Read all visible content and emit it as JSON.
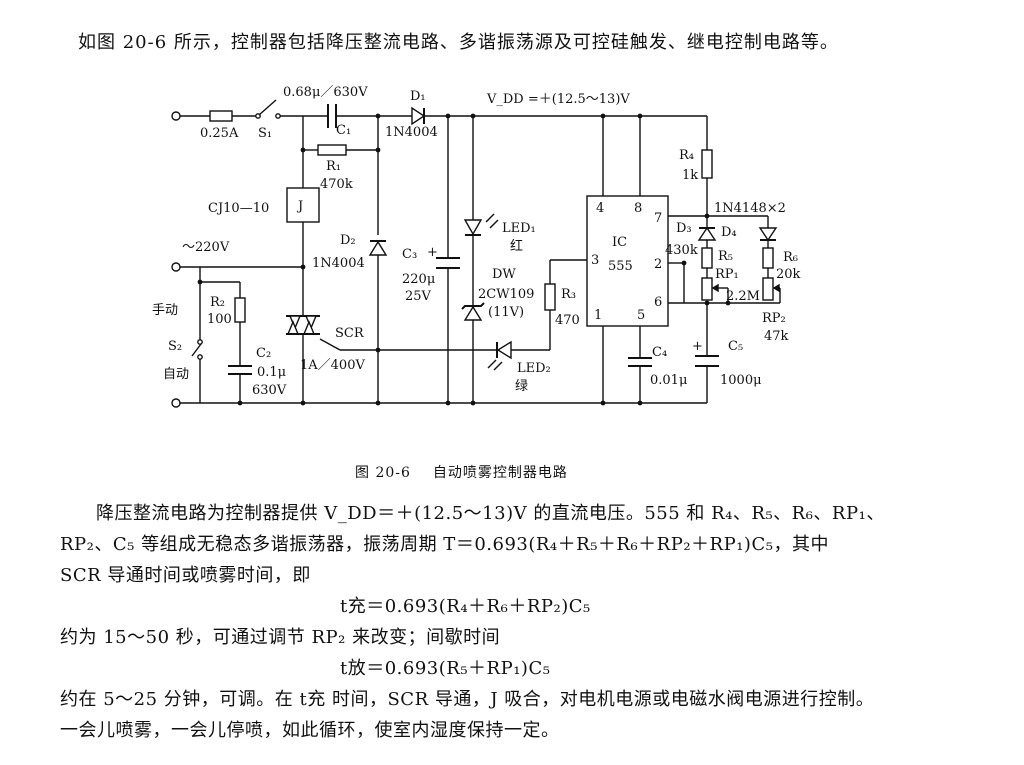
{
  "intro_text": "如图 20-6 所示，控制器包括降压整流电路、多谐振荡源及可控硅触发、继电控制电路等。",
  "circuit": {
    "fuse": "0.25A",
    "s1": "S₁",
    "c1_rating": "0.68μ／630V",
    "c1": "C₁",
    "d1": "D₁",
    "d1_part": "1N4004",
    "vdd": "V_DD =＋(12.5～13)V",
    "r1": "R₁",
    "r1_value": "470k",
    "relay": "CJ10—10",
    "relay_j": "J",
    "ac": "～220V",
    "d2": "D₂",
    "d2_part": "1N4004",
    "c3": "C₃",
    "c3_value": "220μ",
    "c3_volt": "25V",
    "led1": "LED₁",
    "led1_color": "红",
    "dw": "DW",
    "dw_part": "2CW109",
    "dw_volt": "(11V)",
    "r3": "R₃",
    "r3_value": "470",
    "manual": "手动",
    "auto": "自动",
    "s2": "S₂",
    "r2": "R₂",
    "r2_value": "100",
    "c2": "C₂",
    "c2_value": "0.1μ",
    "c2_volt": "630V",
    "scr": "SCR",
    "scr_rating": "1A／400V",
    "led2": "LED₂",
    "led2_color": "绿",
    "ic": "IC",
    "ic_part": "555",
    "pin4": "4",
    "pin8": "8",
    "pin7": "7",
    "pin3": "3",
    "pin2": "2",
    "pin6": "6",
    "pin1": "1",
    "pin5": "5",
    "r4": "R₄",
    "r4_value": "1k",
    "diodes": "1N4148×2",
    "d3": "D₃",
    "d4": "D₄",
    "r5": "R₅",
    "r5_value": "430k",
    "rp1": "RP₁",
    "rp1_value": "2.2M",
    "r6": "R₆",
    "r6_value": "20k",
    "rp2": "RP₂",
    "rp2_value": "47k",
    "c4": "C₄",
    "c4_value": "0.01μ",
    "c5": "C₅",
    "c5_value": "1000μ"
  },
  "caption": {
    "number": "图 20-6",
    "title": "自动喷雾控制器电路"
  },
  "body_lines": [
    "降压整流电路为控制器提供 V_DD＝＋(12.5～13)V 的直流电压。555 和 R₄、R₅、R₆、RP₁、",
    "RP₂、C₅ 等组成无稳态多谐振荡器，振荡周期 T＝0.693(R₄＋R₅＋R₆＋RP₂＋RP₁)C₅，其中",
    "SCR 导通时间或喷雾时间，即",
    "t充＝0.693(R₄＋R₆＋RP₂)C₅",
    "约为 15～50 秒，可通过调节 RP₂ 来改变；间歇时间",
    "t放＝0.693(R₅＋RP₁)C₅",
    "约在 5～25 分钟，可调。在 t充 时间，SCR 导通，J 吸合，对电机电源或电磁水阀电源进行控制。",
    "一会儿喷雾，一会儿停喷，如此循环，使室内湿度保持一定。"
  ]
}
